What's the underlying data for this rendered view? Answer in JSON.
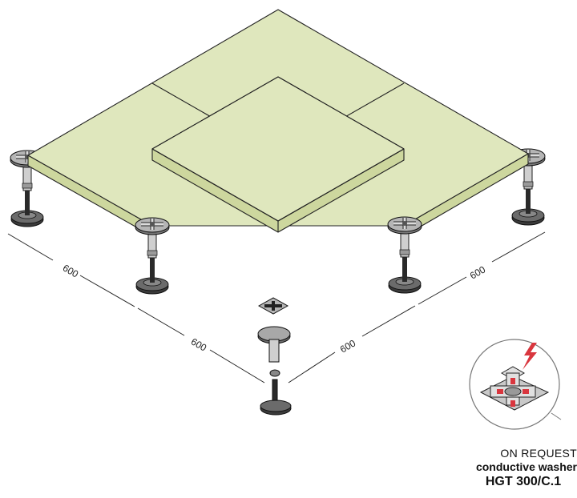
{
  "dimensions": {
    "left_upper": "600",
    "left_lower": "600",
    "right_upper": "600",
    "right_lower": "600"
  },
  "caption": {
    "line1": "ON REQUEST",
    "line2": "conductive washer",
    "line3": "HGT 300/C.1"
  },
  "colors": {
    "tile_top": "#dfe7bd",
    "tile_side": "#cdd79e",
    "accent_red": "#d9363e",
    "outline": "#222222"
  },
  "icons": {
    "bolt": "lightning-bolt-icon",
    "washer": "conductive-washer-icon"
  }
}
